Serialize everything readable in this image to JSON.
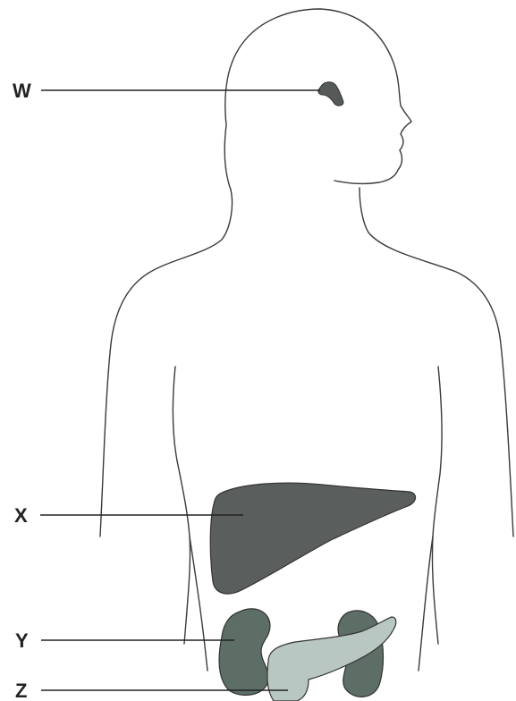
{
  "labels": {
    "w": "W",
    "x": "X",
    "y": "Y",
    "z": "Z"
  },
  "organ_colors": {
    "w": "#555a58",
    "x": "#5a5e5c",
    "y": "#5c6e66",
    "z": "#b9c7c2"
  }
}
